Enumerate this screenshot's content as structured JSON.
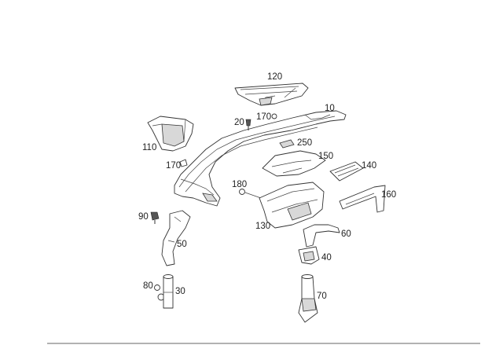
{
  "diagram": {
    "callouts": [
      {
        "id": "p120",
        "label": "120"
      },
      {
        "id": "p10",
        "label": "10"
      },
      {
        "id": "p20",
        "label": "20"
      },
      {
        "id": "p170a",
        "label": "170"
      },
      {
        "id": "p250",
        "label": "250"
      },
      {
        "id": "p110",
        "label": "110"
      },
      {
        "id": "p170b",
        "label": "170"
      },
      {
        "id": "p150",
        "label": "150"
      },
      {
        "id": "p140",
        "label": "140"
      },
      {
        "id": "p180",
        "label": "180"
      },
      {
        "id": "p160",
        "label": "160"
      },
      {
        "id": "p90",
        "label": "90"
      },
      {
        "id": "p130",
        "label": "130"
      },
      {
        "id": "p60",
        "label": "60"
      },
      {
        "id": "p50",
        "label": "50"
      },
      {
        "id": "p40",
        "label": "40"
      },
      {
        "id": "p80",
        "label": "80"
      },
      {
        "id": "p30",
        "label": "30"
      },
      {
        "id": "p70",
        "label": "70"
      }
    ]
  }
}
